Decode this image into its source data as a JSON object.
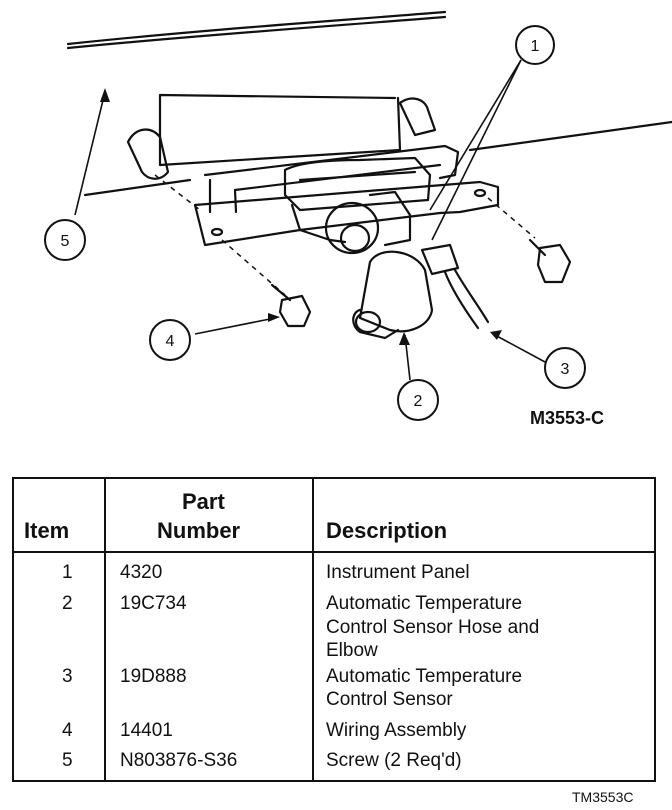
{
  "diagram": {
    "callouts": [
      "1",
      "2",
      "3",
      "4",
      "5"
    ],
    "figure_code": "M3553-C"
  },
  "table": {
    "headers": {
      "item": "Item",
      "part_number_line1": "Part",
      "part_number_line2": "Number",
      "description": "Description"
    },
    "rows": [
      {
        "item": "1",
        "part_number": "4320",
        "description": [
          "Instrument Panel"
        ]
      },
      {
        "item": "2",
        "part_number": "19C734",
        "description": [
          "Automatic Temperature",
          "Control Sensor Hose and",
          "Elbow"
        ]
      },
      {
        "item": "3",
        "part_number": "19D888",
        "description": [
          "Automatic Temperature",
          "Control Sensor"
        ]
      },
      {
        "item": "4",
        "part_number": "14401",
        "description": [
          "Wiring Assembly"
        ]
      },
      {
        "item": "5",
        "part_number": "N803876-S36",
        "description": [
          "Screw (2 Req'd)"
        ]
      }
    ],
    "table_code": "TM3553C"
  }
}
